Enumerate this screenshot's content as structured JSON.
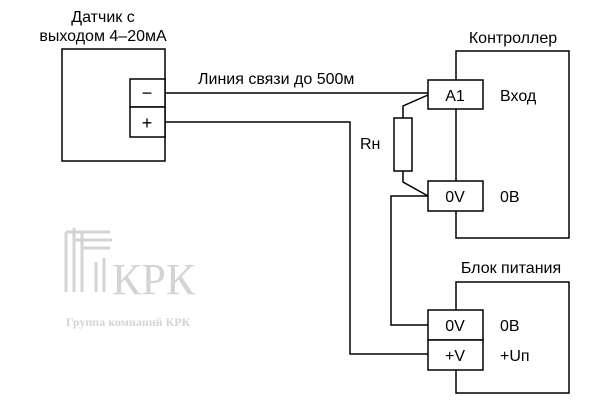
{
  "sensor": {
    "title_line1": "Датчик с",
    "title_line2": "выходом 4–20мА",
    "terminal_minus": "−",
    "terminal_plus": "+"
  },
  "line_label": "Линия связи до 500м",
  "controller": {
    "title": "Контроллер",
    "terminal_a1": "A1",
    "a1_label": "Вход",
    "terminal_0v": "0V",
    "zero_label": "0В"
  },
  "resistor": {
    "label": "Rн"
  },
  "power_supply": {
    "title": "Блок питания",
    "terminal_0v": "0V",
    "zero_label": "0В",
    "terminal_plus": "+V",
    "plus_label": "+Uп"
  },
  "watermark": {
    "brand": "КРК",
    "subtitle": "Группа компаний КРК"
  },
  "colors": {
    "line": "#000000",
    "watermark": "#d4d4d4"
  }
}
